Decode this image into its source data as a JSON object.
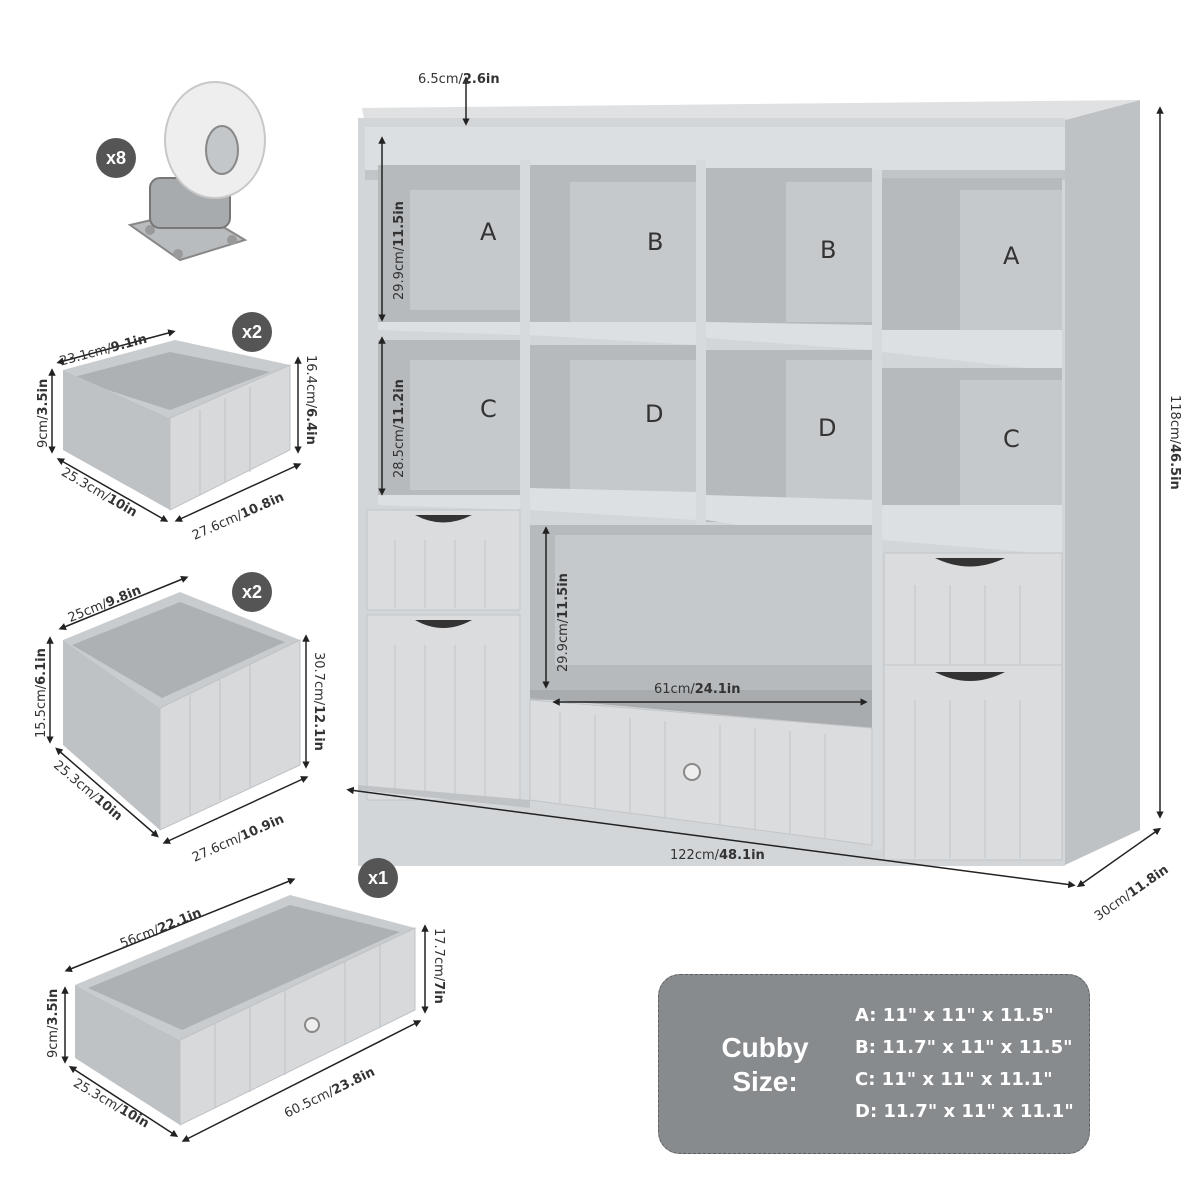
{
  "cabinet": {
    "cubby_labels": [
      "A",
      "B",
      "B",
      "A",
      "C",
      "D",
      "D",
      "C"
    ],
    "dims": {
      "top_lip": {
        "cm": "6.5cm/",
        "in": "2.6in"
      },
      "cubby_top_height": {
        "cm": "29.9cm/",
        "in": "11.5in"
      },
      "cubby_mid_height": {
        "cm": "28.5cm/",
        "in": "11.2in"
      },
      "open_height": {
        "cm": "29.9cm/",
        "in": "11.5in"
      },
      "open_width": {
        "cm": "61cm/",
        "in": "24.1in"
      },
      "total_width": {
        "cm": "122cm/",
        "in": "48.1in"
      },
      "total_height": {
        "cm": "118cm/",
        "in": "46.5in"
      },
      "total_depth": {
        "cm": "30cm/",
        "in": "11.8in"
      }
    }
  },
  "accessories": {
    "casters": {
      "qty": "x8"
    },
    "small_drawer": {
      "qty": "x2",
      "top": {
        "cm": "23.1cm/",
        "in": "9.1in"
      },
      "left_h": {
        "cm": "9cm/",
        "in": "3.5in"
      },
      "right_h": {
        "cm": "16.4cm/",
        "in": "6.4in"
      },
      "depth": {
        "cm": "25.3cm/",
        "in": "10in"
      },
      "front": {
        "cm": "27.6cm/",
        "in": "10.8in"
      }
    },
    "medium_drawer": {
      "qty": "x2",
      "top": {
        "cm": "25cm/",
        "in": "9.8in"
      },
      "left_h": {
        "cm": "15.5cm/",
        "in": "6.1in"
      },
      "right_h": {
        "cm": "30.7cm/",
        "in": "12.1in"
      },
      "depth": {
        "cm": "25.3cm/",
        "in": "10in"
      },
      "front": {
        "cm": "27.6cm/",
        "in": "10.9in"
      }
    },
    "long_drawer": {
      "qty": "x1",
      "top": {
        "cm": "56cm/",
        "in": "22.1in"
      },
      "left_h": {
        "cm": "9cm/",
        "in": "3.5in"
      },
      "right_h": {
        "cm": "17.7cm/",
        "in": "7in"
      },
      "depth": {
        "cm": "25.3cm/",
        "in": "10in"
      },
      "front": {
        "cm": "60.5cm/",
        "in": "23.8in"
      }
    }
  },
  "cubby_size": {
    "title_1": "Cubby",
    "title_2": "Size:",
    "rows": [
      "A: 11\" x 11\" x 11.5\"",
      "B: 11.7\" x 11\" x 11.5\"",
      "C: 11\" x 11\" x 11.1\"",
      "D: 11.7\" x 11\" x 11.1\""
    ]
  },
  "colors": {
    "body": "#cfd2d5",
    "inner": "#b5b8bb",
    "shadow": "#9ea1a4",
    "edge": "#e2e4e6",
    "badge": "#555555",
    "panel": "#888b8e"
  }
}
